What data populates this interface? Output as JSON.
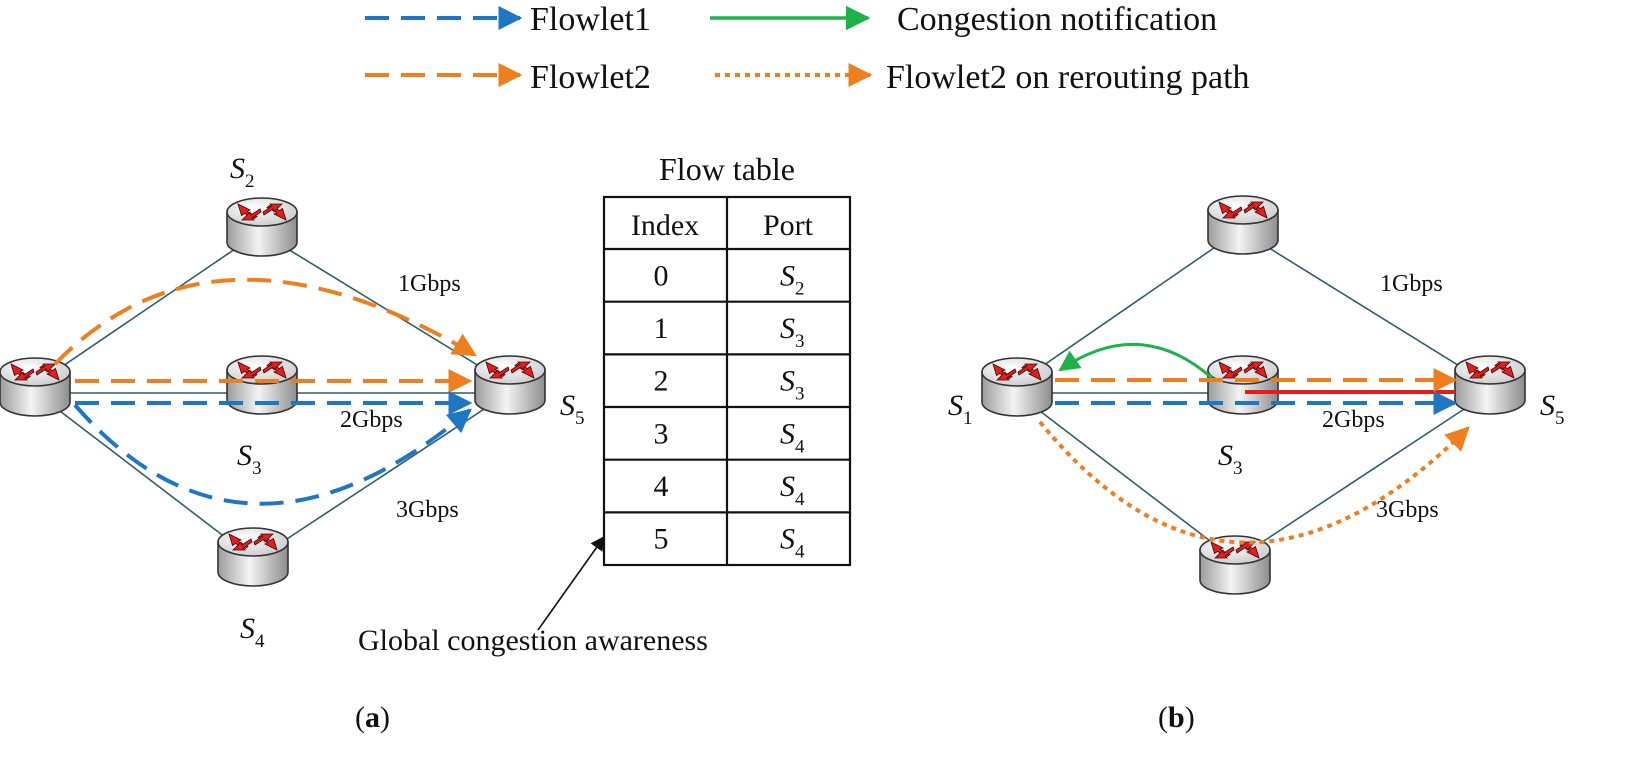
{
  "legend": {
    "flowlet1": "Flowlet1",
    "congestion": "Congestion notification",
    "flowlet2": "Flowlet2",
    "rerouting": "Flowlet2 on rerouting path"
  },
  "colors": {
    "blue": "#1f77c4",
    "orange": "#ee7f1f",
    "green": "#1db34a",
    "red": "#e81b1b",
    "link": "#2e5e6b",
    "router_arrow": "#e02020"
  },
  "panel_a": {
    "nodes": {
      "s2": {
        "letter": "S",
        "sub": "2"
      },
      "s3": {
        "letter": "S",
        "sub": "3"
      },
      "s4": {
        "letter": "S",
        "sub": "4"
      },
      "s5": {
        "letter": "S",
        "sub": "5"
      }
    },
    "links": {
      "l1": "1Gbps",
      "l2": "2Gbps",
      "l3": "3Gbps"
    },
    "caption": {
      "open": "(",
      "letter": "a",
      "close": ")"
    }
  },
  "flow_table": {
    "title": "Flow table",
    "headers": [
      "Index",
      "Port"
    ],
    "rows": [
      {
        "index": "0",
        "letter": "S",
        "sub": "2"
      },
      {
        "index": "1",
        "letter": "S",
        "sub": "3"
      },
      {
        "index": "2",
        "letter": "S",
        "sub": "3"
      },
      {
        "index": "3",
        "letter": "S",
        "sub": "4"
      },
      {
        "index": "4",
        "letter": "S",
        "sub": "4"
      },
      {
        "index": "5",
        "letter": "S",
        "sub": "4"
      }
    ],
    "annotation": "Global congestion awareness"
  },
  "panel_b": {
    "nodes": {
      "s1": {
        "letter": "S",
        "sub": "1"
      },
      "s3": {
        "letter": "S",
        "sub": "3"
      },
      "s5": {
        "letter": "S",
        "sub": "5"
      }
    },
    "links": {
      "l1": "1Gbps",
      "l2": "2Gbps",
      "l3": "3Gbps"
    },
    "caption": {
      "open": "(",
      "letter": "b",
      "close": ")"
    }
  }
}
